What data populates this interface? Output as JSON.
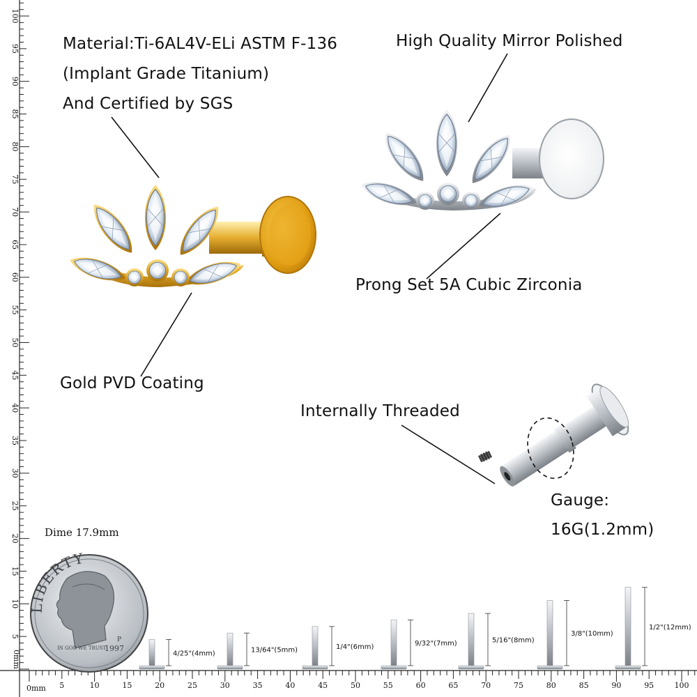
{
  "labels": {
    "material_line1": "Material:Ti-6AL4V-ELi ASTM F-136",
    "material_line2": "(Implant Grade Titanium)",
    "material_line3": "And Certified by SGS",
    "mirror": "High Quality Mirror Polished",
    "prong": "Prong Set 5A Cubic Zirconia",
    "gold": "Gold PVD Coating",
    "threaded": "Internally Threaded",
    "gauge_title": "Gauge:",
    "gauge_value": "16G(1.2mm)",
    "dime": "Dime 17.9mm"
  },
  "ruler": {
    "bottom_start_label": "0mm",
    "left_start_label": "0mm",
    "major_labels": [
      "5",
      "10",
      "15",
      "20",
      "25",
      "30",
      "35",
      "40",
      "45",
      "50",
      "55",
      "60",
      "65",
      "70",
      "75",
      "80",
      "85",
      "90",
      "95",
      "100"
    ]
  },
  "posts": [
    {
      "label": "4/25\"(4mm)",
      "length_mm": 4
    },
    {
      "label": "13/64\"(5mm)",
      "length_mm": 5
    },
    {
      "label": "1/4\"(6mm)",
      "length_mm": 6
    },
    {
      "label": "9/32\"(7mm)",
      "length_mm": 7
    },
    {
      "label": "5/16\"(8mm)",
      "length_mm": 8
    },
    {
      "label": "3/8\"(10mm)",
      "length_mm": 10
    },
    {
      "label": "1/2\"(12mm)",
      "length_mm": 12
    }
  ],
  "coin": {
    "top_text": "LIBERTY",
    "motto": "IN GOD WE TRUST",
    "year": "1997",
    "mint": "P"
  },
  "colors": {
    "gold": "#d9a21b",
    "silver": "#c9cdd2",
    "ruler": "#222222"
  }
}
